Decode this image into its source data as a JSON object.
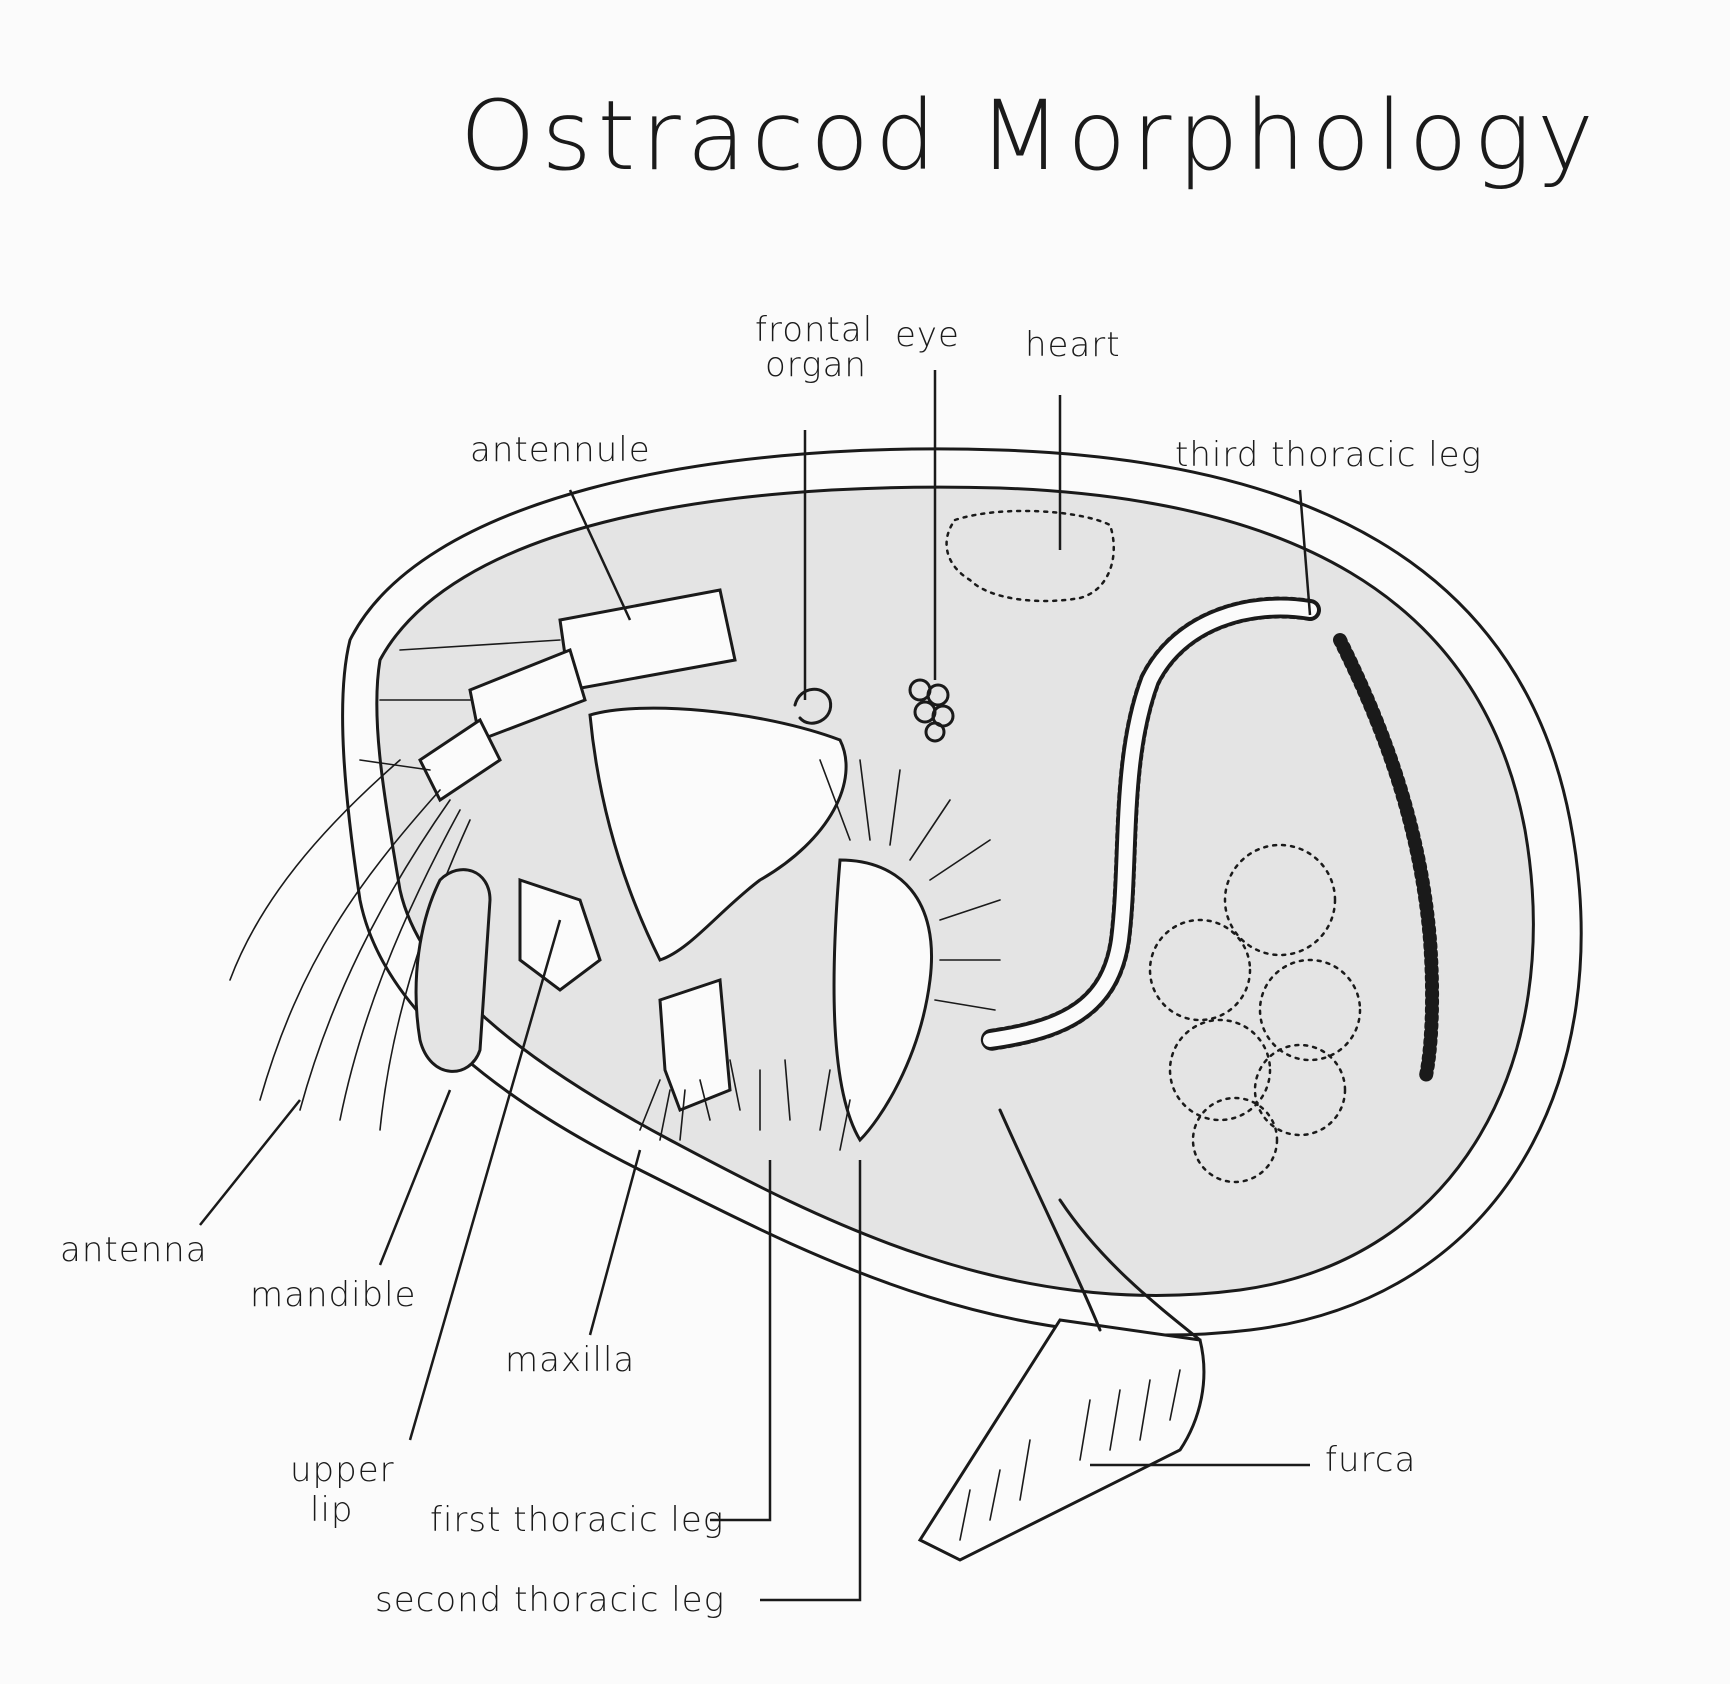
{
  "title": "Ostracod Morphology",
  "labels": {
    "frontal_organ": [
      "frontal",
      "organ"
    ],
    "eye": "eye",
    "heart": "heart",
    "antennule": "antennule",
    "third_thoracic_leg": "third thoracic leg",
    "antenna": "antenna",
    "mandible": "mandible",
    "maxilla": "maxilla",
    "upper_lip": [
      "upper",
      "lip"
    ],
    "first_thoracic_leg": "first thoracic leg",
    "second_thoracic_leg": "second thoracic leg",
    "furca": "furca"
  }
}
